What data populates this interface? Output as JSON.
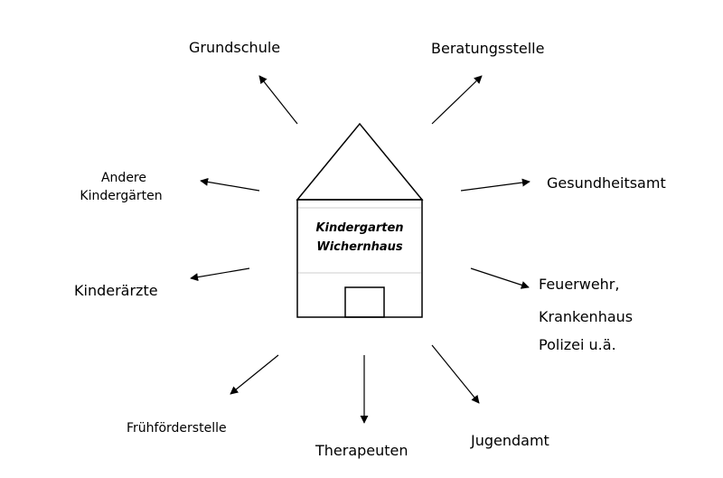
{
  "house": {
    "title_line1": "Kindergarten",
    "title_line2": "Wichernhaus"
  },
  "labels": {
    "grundschule": "Grundschule",
    "beratungsstelle": "Beratungsstelle",
    "andere_line1": "Andere",
    "andere_line2": "Kindergärten",
    "gesundheitsamt": "Gesundheitsamt",
    "kinderaerzte": "Kinderärzte",
    "feuerwehr_line1": "Feuerwehr,",
    "feuerwehr_line2": "Krankenhaus",
    "feuerwehr_line3": "Polizei  u.ä.",
    "fruehfoerderstelle": "Frühförderstelle",
    "therapeuten": "Therapeuten",
    "jugendamt": "Jugendamt"
  },
  "colors": {
    "stroke": "#000000",
    "band": "#cccccc"
  }
}
